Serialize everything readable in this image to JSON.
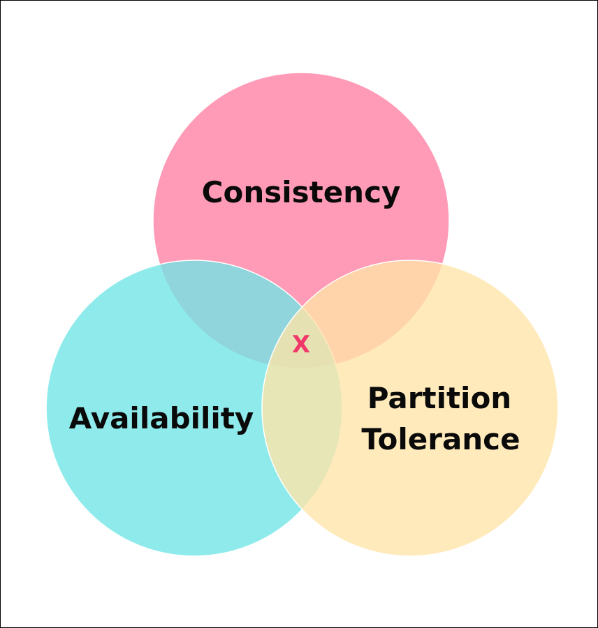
{
  "diagram": {
    "circles": [
      {
        "id": "consistency",
        "label_lines": [
          "Consistency"
        ],
        "color": "#ff7fa2"
      },
      {
        "id": "availability",
        "label_lines": [
          "Availability"
        ],
        "color": "#6fe6e6"
      },
      {
        "id": "partition",
        "label_lines": [
          "Partition",
          "Tolerance"
        ],
        "color": "#ffe4a8"
      }
    ],
    "center_mark": {
      "text": "X",
      "color": "#f0386a"
    }
  }
}
